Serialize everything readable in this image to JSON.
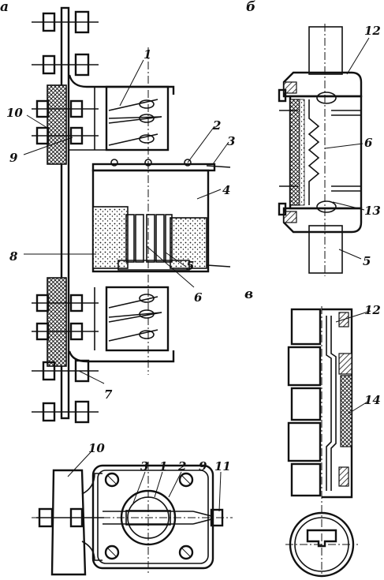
{
  "panels": {
    "a": "а",
    "b": "б",
    "c": "в"
  },
  "callouts": {
    "n1": "1",
    "n2": "2",
    "n3": "3",
    "n4": "4",
    "n5": "5",
    "n6": "6",
    "n7": "7",
    "n8": "8",
    "n9": "9",
    "n10": "10",
    "n11": "11",
    "n12": "12",
    "n13": "13",
    "n14": "14"
  }
}
